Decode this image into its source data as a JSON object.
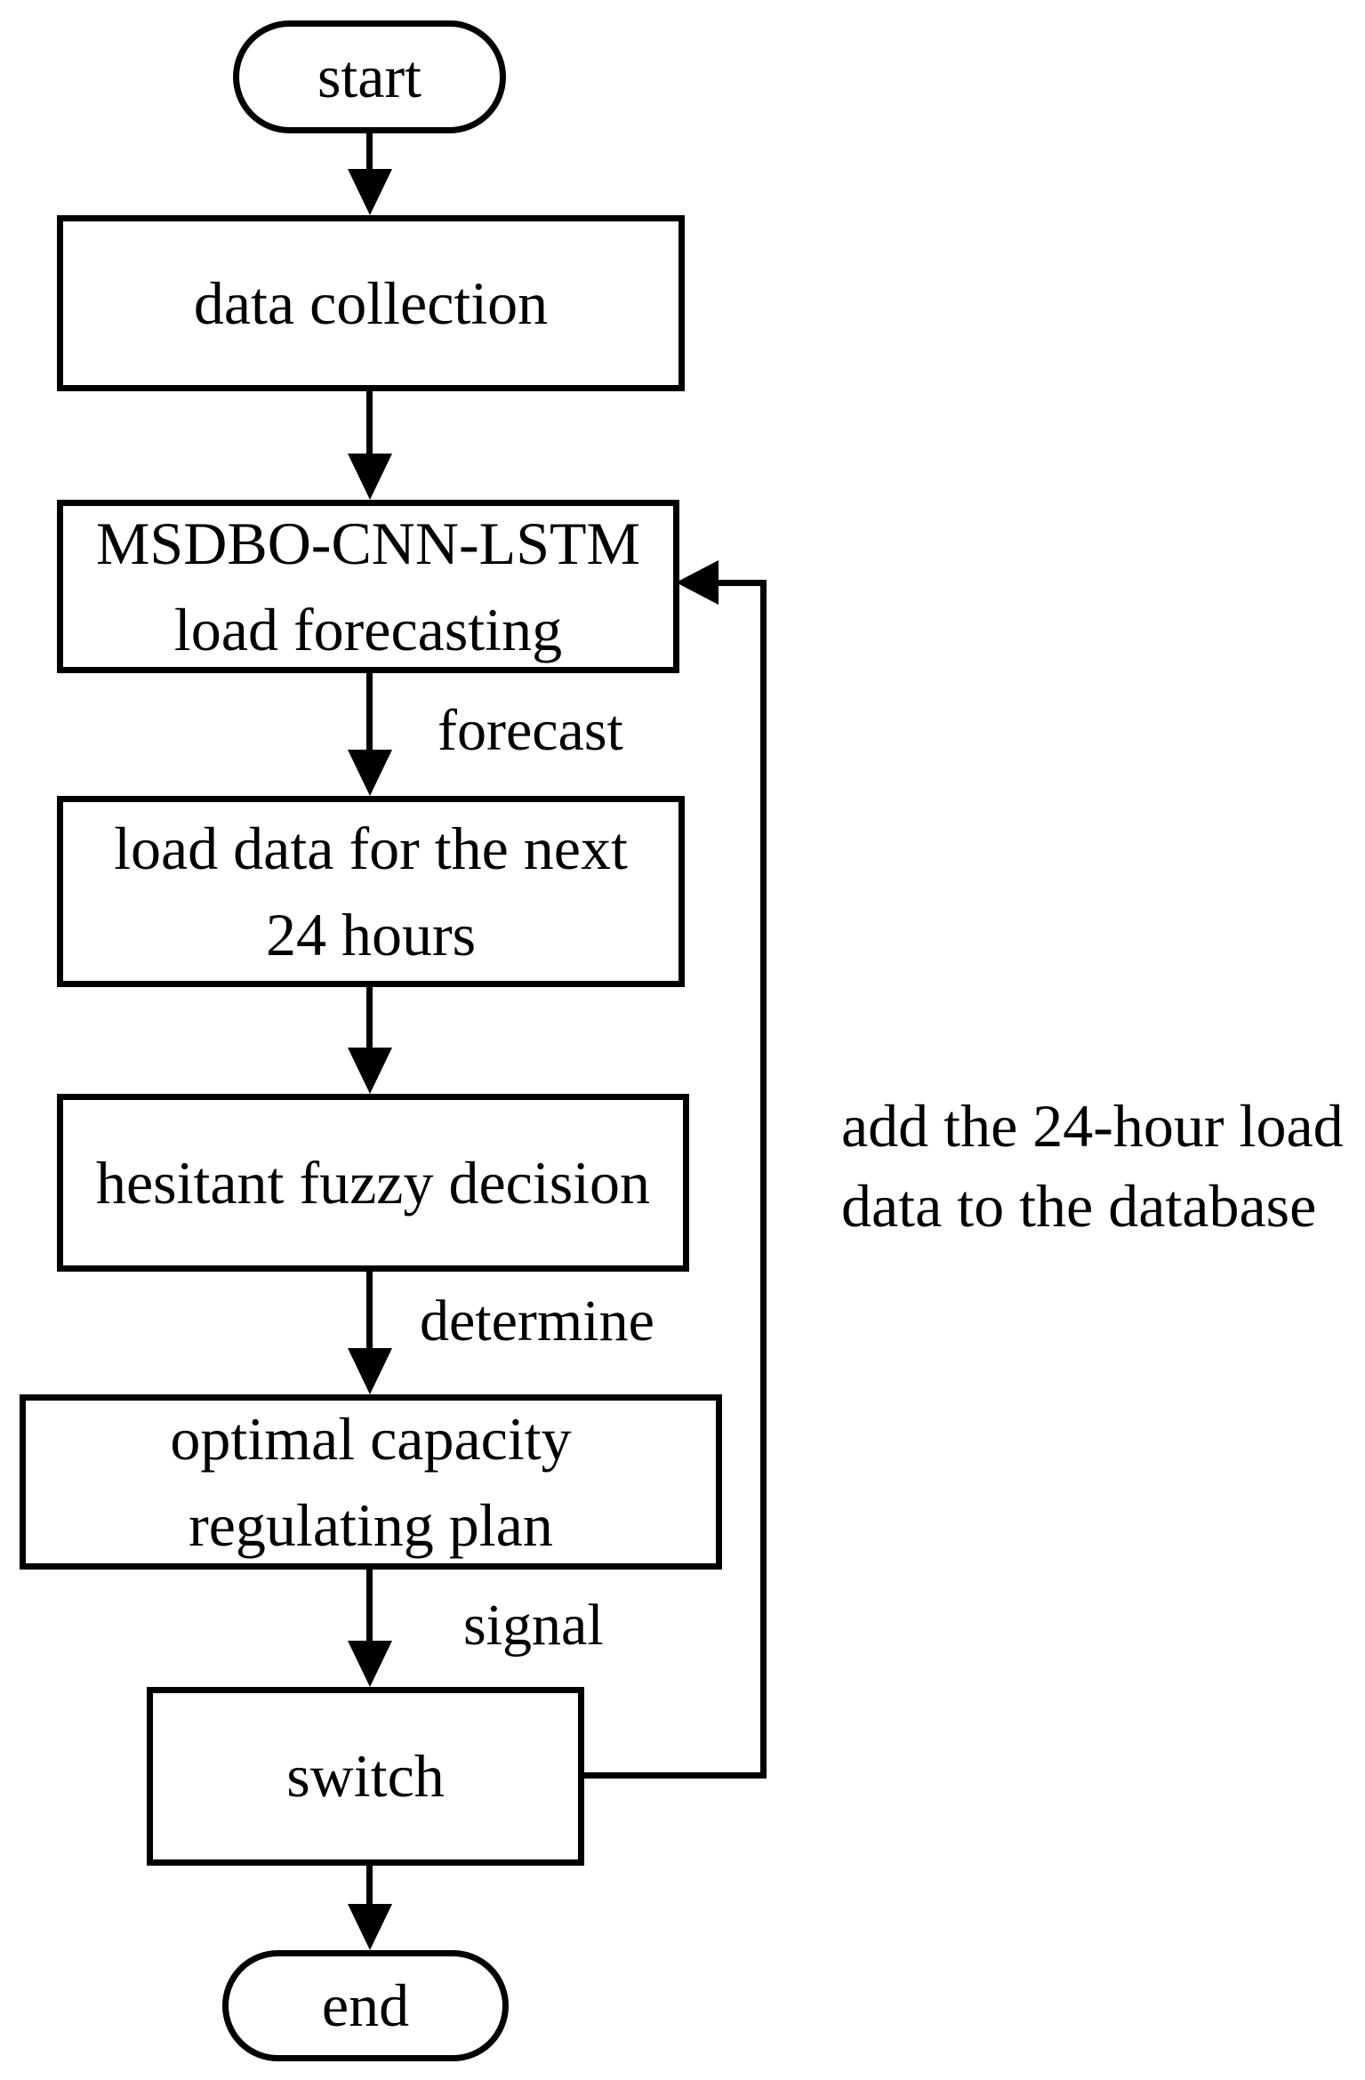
{
  "flowchart": {
    "background_color": "#ffffff",
    "stroke_color": "#000000",
    "text_color": "#000000",
    "nodes": {
      "start": {
        "type": "terminator",
        "label": "start"
      },
      "data_collection": {
        "type": "process",
        "label": "data collection"
      },
      "load_forecasting": {
        "type": "process",
        "label": "MSDBO-CNN-LSTM\nload forecasting"
      },
      "load_data": {
        "type": "process",
        "label": "load data for the next\n24 hours"
      },
      "fuzzy_decision": {
        "type": "process",
        "label": "hesitant fuzzy decision"
      },
      "optimal_plan": {
        "type": "process",
        "label": "optimal capacity\nregulating plan"
      },
      "switch": {
        "type": "process",
        "label": "switch"
      },
      "end": {
        "type": "terminator",
        "label": "end"
      }
    },
    "edge_labels": {
      "forecast": "forecast",
      "determine": "determine",
      "signal": "signal"
    },
    "feedback_annotation": "add the 24-hour load\ndata to the database"
  }
}
